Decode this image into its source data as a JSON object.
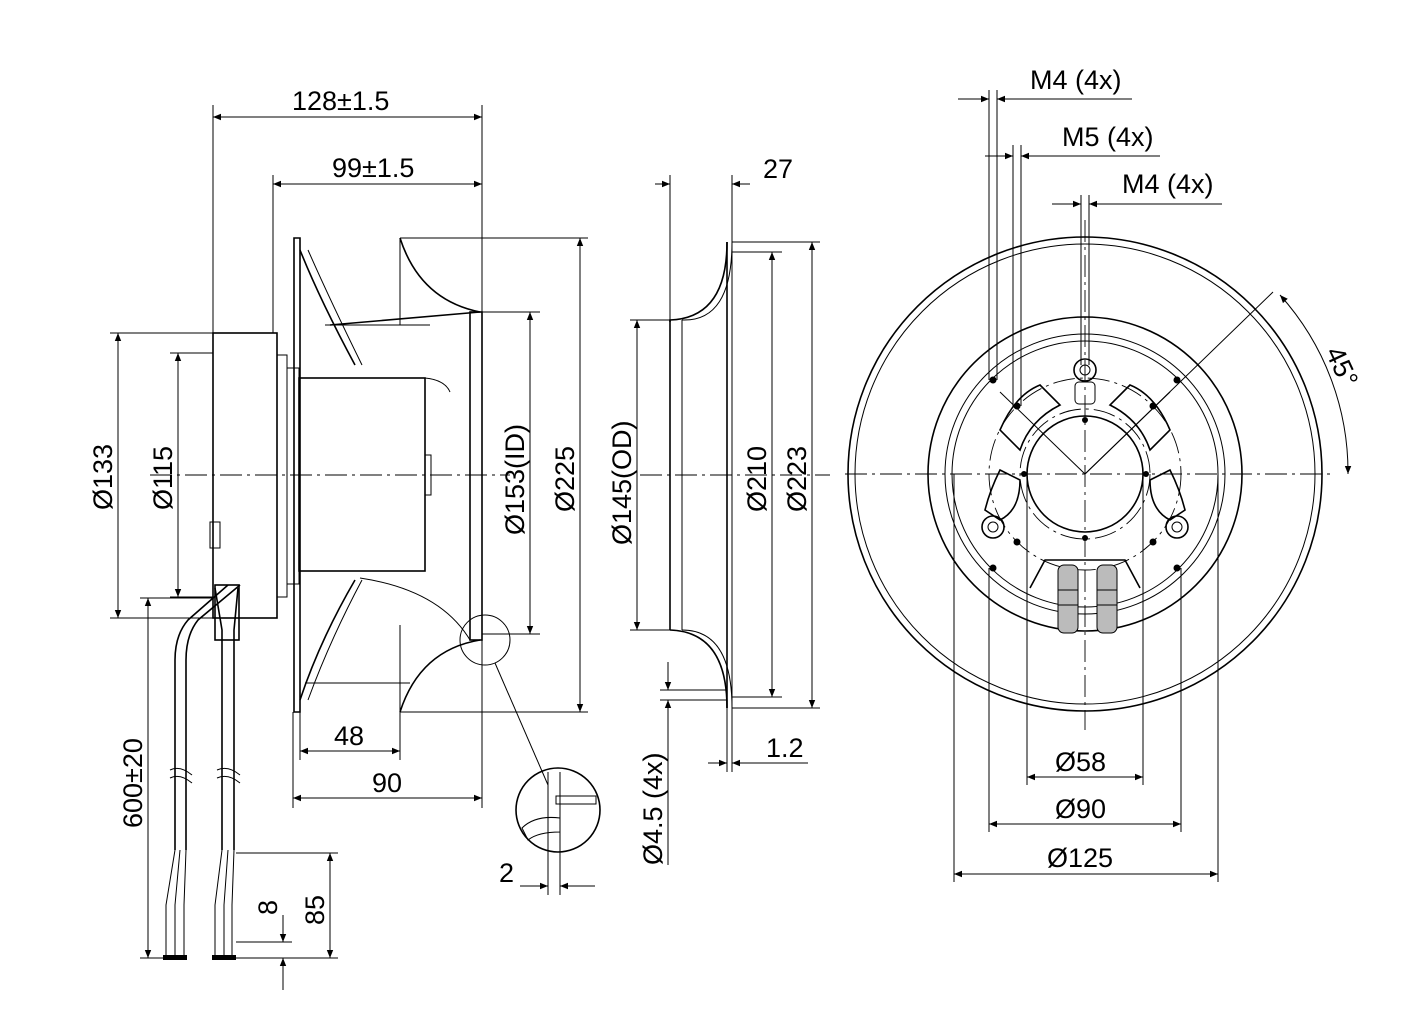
{
  "labels": {
    "overall_length": "128±1.5",
    "impeller_length": "99±1.5",
    "flange_outer": "Ø133",
    "flange_inner": "Ø115",
    "inlet_id": "Ø153(ID)",
    "impeller_od": "Ø225",
    "depth_48": "48",
    "depth_90": "90",
    "cable_length": "600±20",
    "strip_8": "8",
    "strip_85": "85",
    "detail_2": "2",
    "ring_depth": "27",
    "ring_od": "Ø145(OD)",
    "ring_210": "Ø210",
    "ring_223": "Ø223",
    "ring_holes": "Ø4.5 (4x)",
    "ring_thickness": "1.2",
    "m4_outer": "M4 (4x)",
    "m5": "M5 (4x)",
    "m4_inner": "M4 (4x)",
    "angle": "45°",
    "hub_58": "Ø58",
    "bolt_90": "Ø90",
    "bolt_125": "Ø125"
  }
}
